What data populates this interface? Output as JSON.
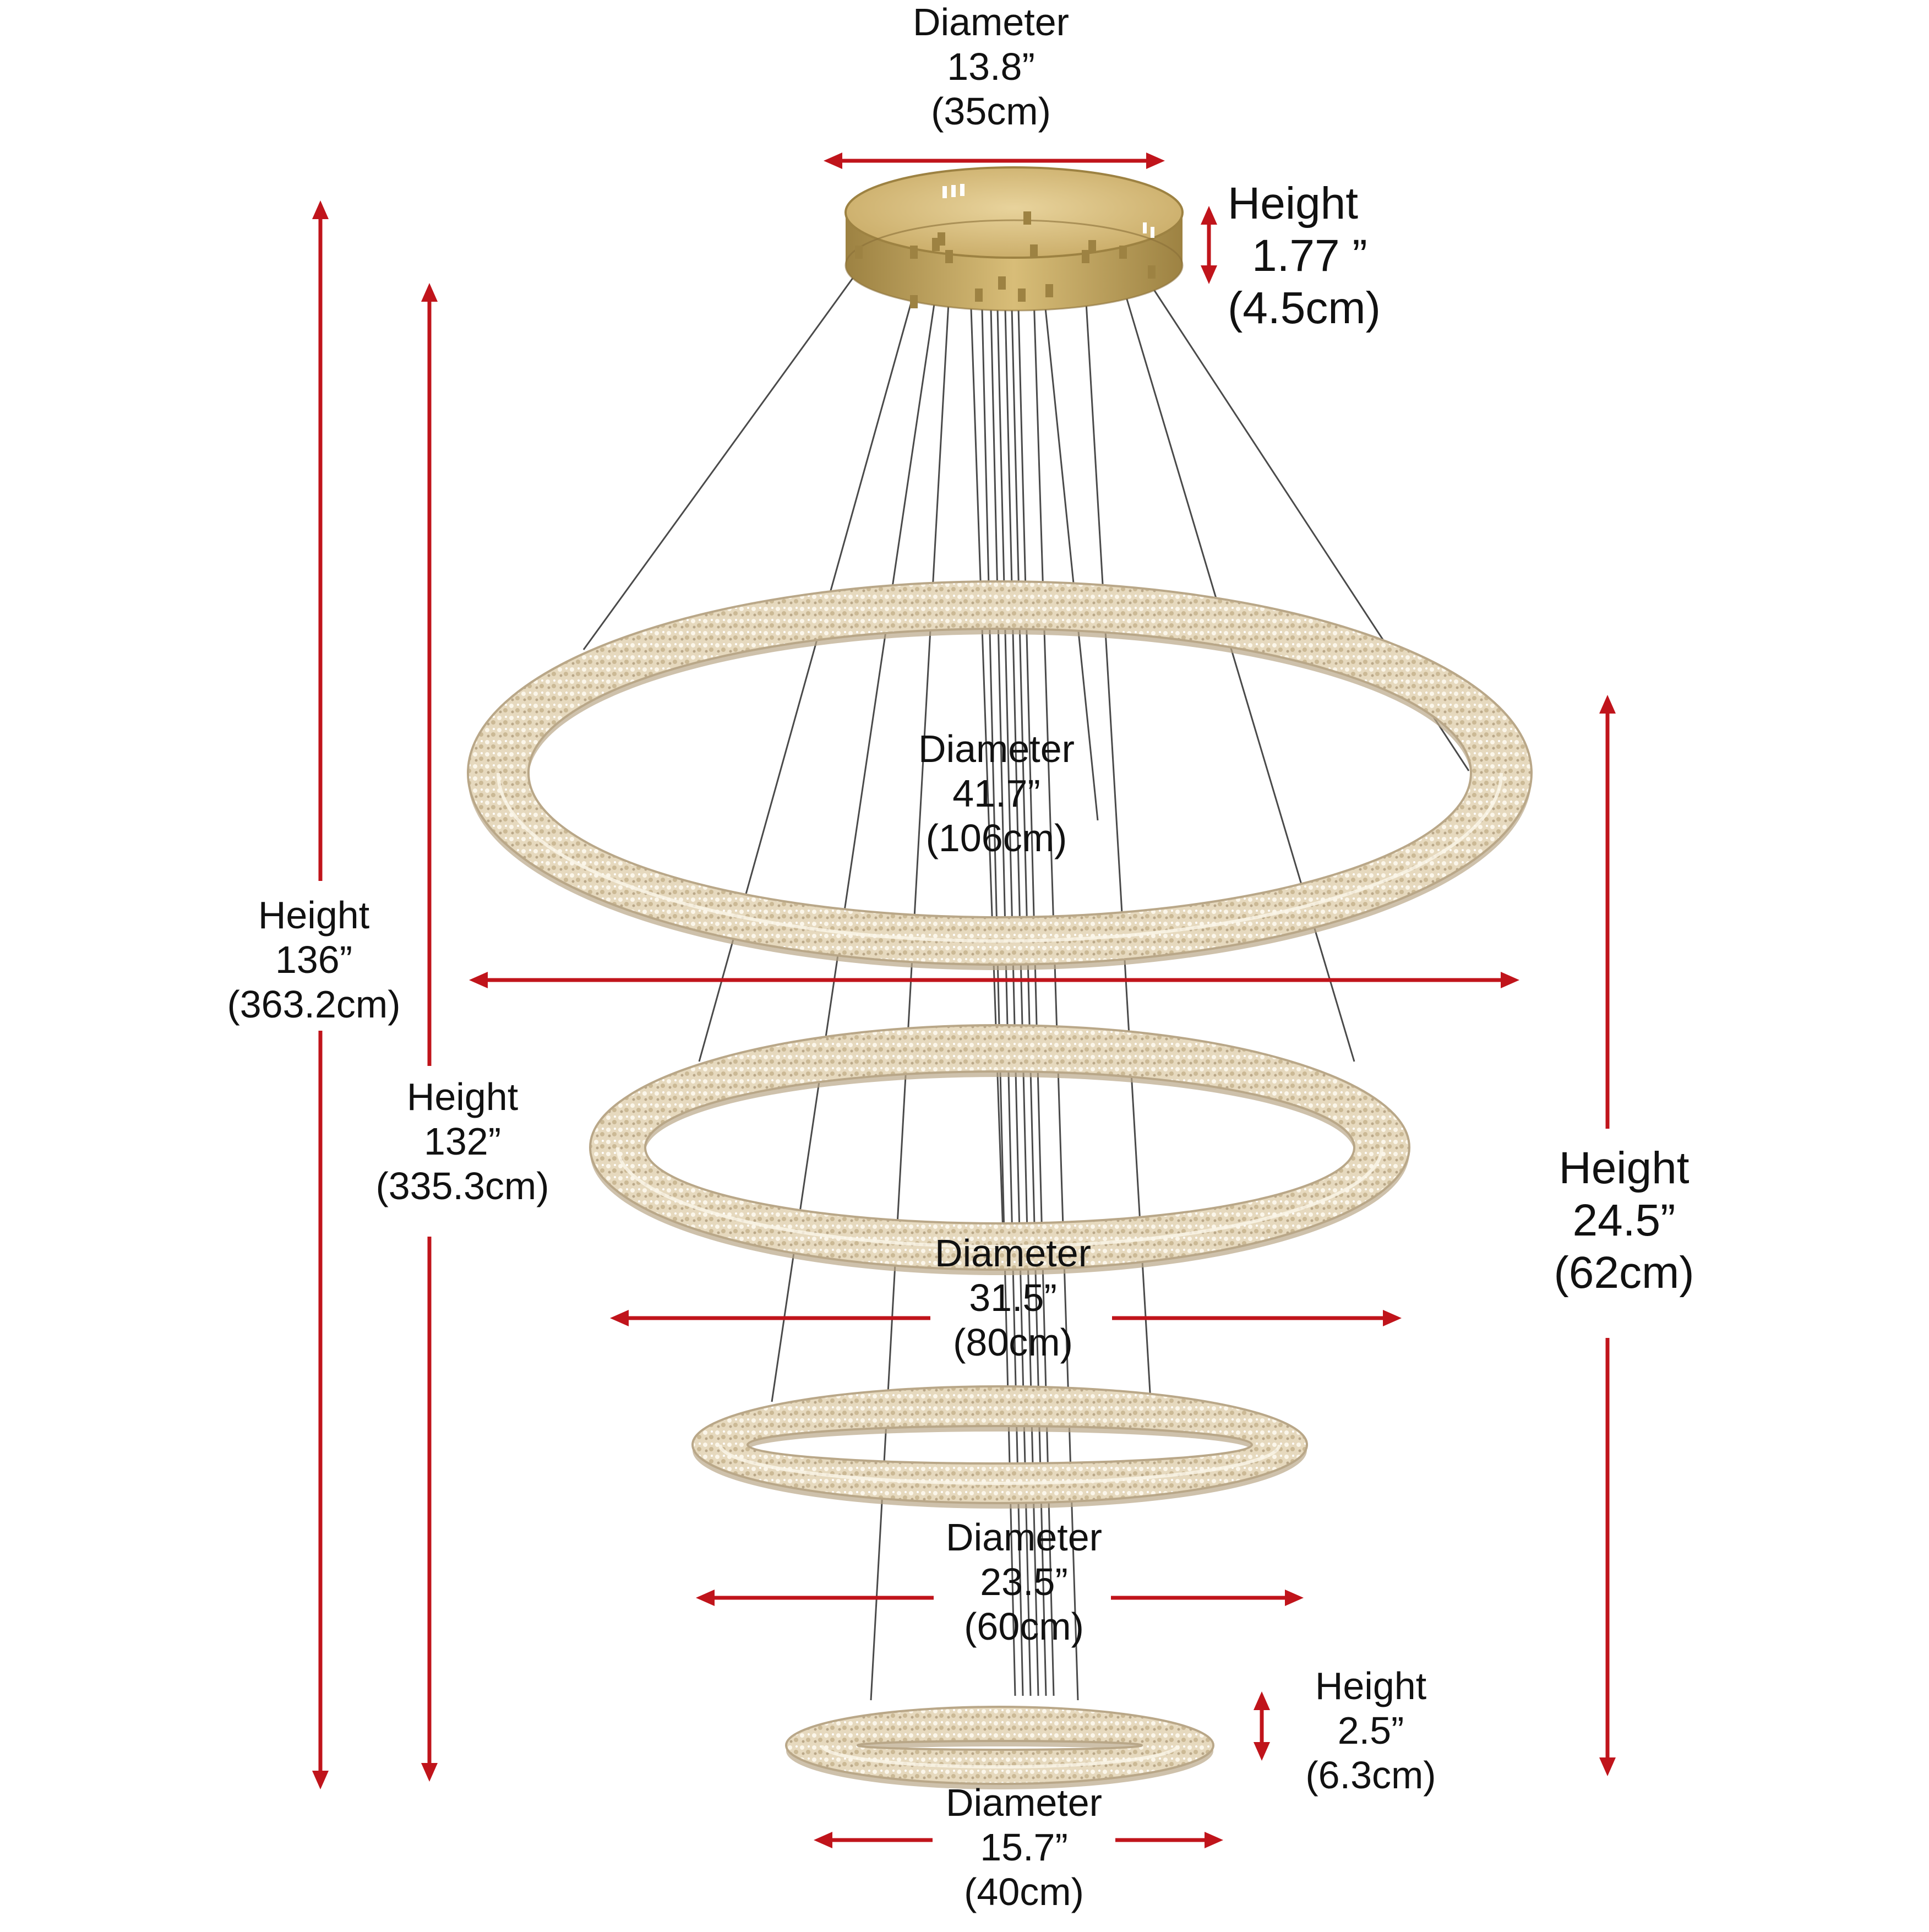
{
  "colors": {
    "arrow": "#c0141b",
    "canopy": "#c9ab66",
    "canopy_dark": "#9d8242",
    "crystal": "#e6d9be",
    "crystal_shadow": "#b9a788",
    "crystal_highlight": "#fbf6ea",
    "wire": "#4a4a4a",
    "text": "#111111"
  },
  "canopy": {
    "diameter": {
      "label": "Diameter",
      "inches": "13.8”",
      "cm": "(35cm)"
    },
    "height": {
      "label": "Height",
      "inches": "1.77 ”",
      "cm": "(4.5cm)"
    }
  },
  "overall_height": {
    "label": "Height",
    "inches": "136”",
    "cm": "(363.2cm)"
  },
  "max_height": {
    "label": "Height",
    "inches": "132”",
    "cm": "(335.3cm)"
  },
  "rings_height": {
    "label": "Height",
    "inches": "24.5”",
    "cm": "(62cm)"
  },
  "ring_1": {
    "label": "Diameter",
    "inches": "41.7”",
    "cm": "(106cm)"
  },
  "ring_2": {
    "label": "Diameter",
    "inches": "31.5”",
    "cm": "(80cm)"
  },
  "ring_3": {
    "label": "Diameter",
    "inches": "23.5”",
    "cm": "(60cm)"
  },
  "ring_4": {
    "label": "Diameter",
    "inches": "15.7”",
    "cm": "(40cm)",
    "height": {
      "label": "Height",
      "inches": "2.5”",
      "cm": "(6.3cm)"
    }
  }
}
